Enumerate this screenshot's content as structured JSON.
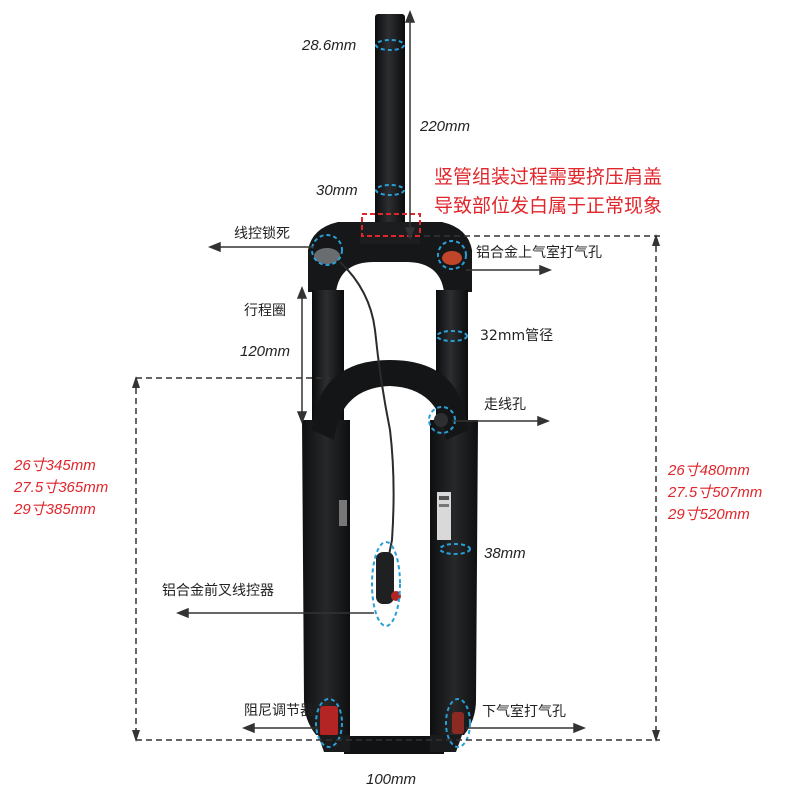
{
  "image": {
    "subject": "suspension-fork",
    "accent_color": "#e0262b",
    "marker_color": "#2a9fd6",
    "fork_color": "#151617"
  },
  "steerer": {
    "top_diameter": "28.6mm",
    "length": "220mm",
    "base_diameter": "30mm"
  },
  "note": {
    "line1": "竖管组装过程需要挤压肩盖",
    "line2": "导致部位发白属于正常现象"
  },
  "labels": {
    "lockout": "线控锁死",
    "air_valve_top": "铝合金上气室打气孔",
    "travel_ring": "行程圈",
    "travel": "120mm",
    "stanchion": "32mm管径",
    "cable_hole": "走线孔",
    "lower_tube": "38mm",
    "remote": "铝合金前叉线控器",
    "damping": "阻尼调节器",
    "air_valve_bottom": "下气室打气孔",
    "axle_width": "100mm"
  },
  "axle_to_crown": {
    "lines": [
      "26寸345mm",
      "27.5寸365mm",
      "29寸385mm"
    ]
  },
  "total_length": {
    "lines": [
      "26寸480mm",
      "27.5寸507mm",
      "29寸520mm"
    ]
  }
}
